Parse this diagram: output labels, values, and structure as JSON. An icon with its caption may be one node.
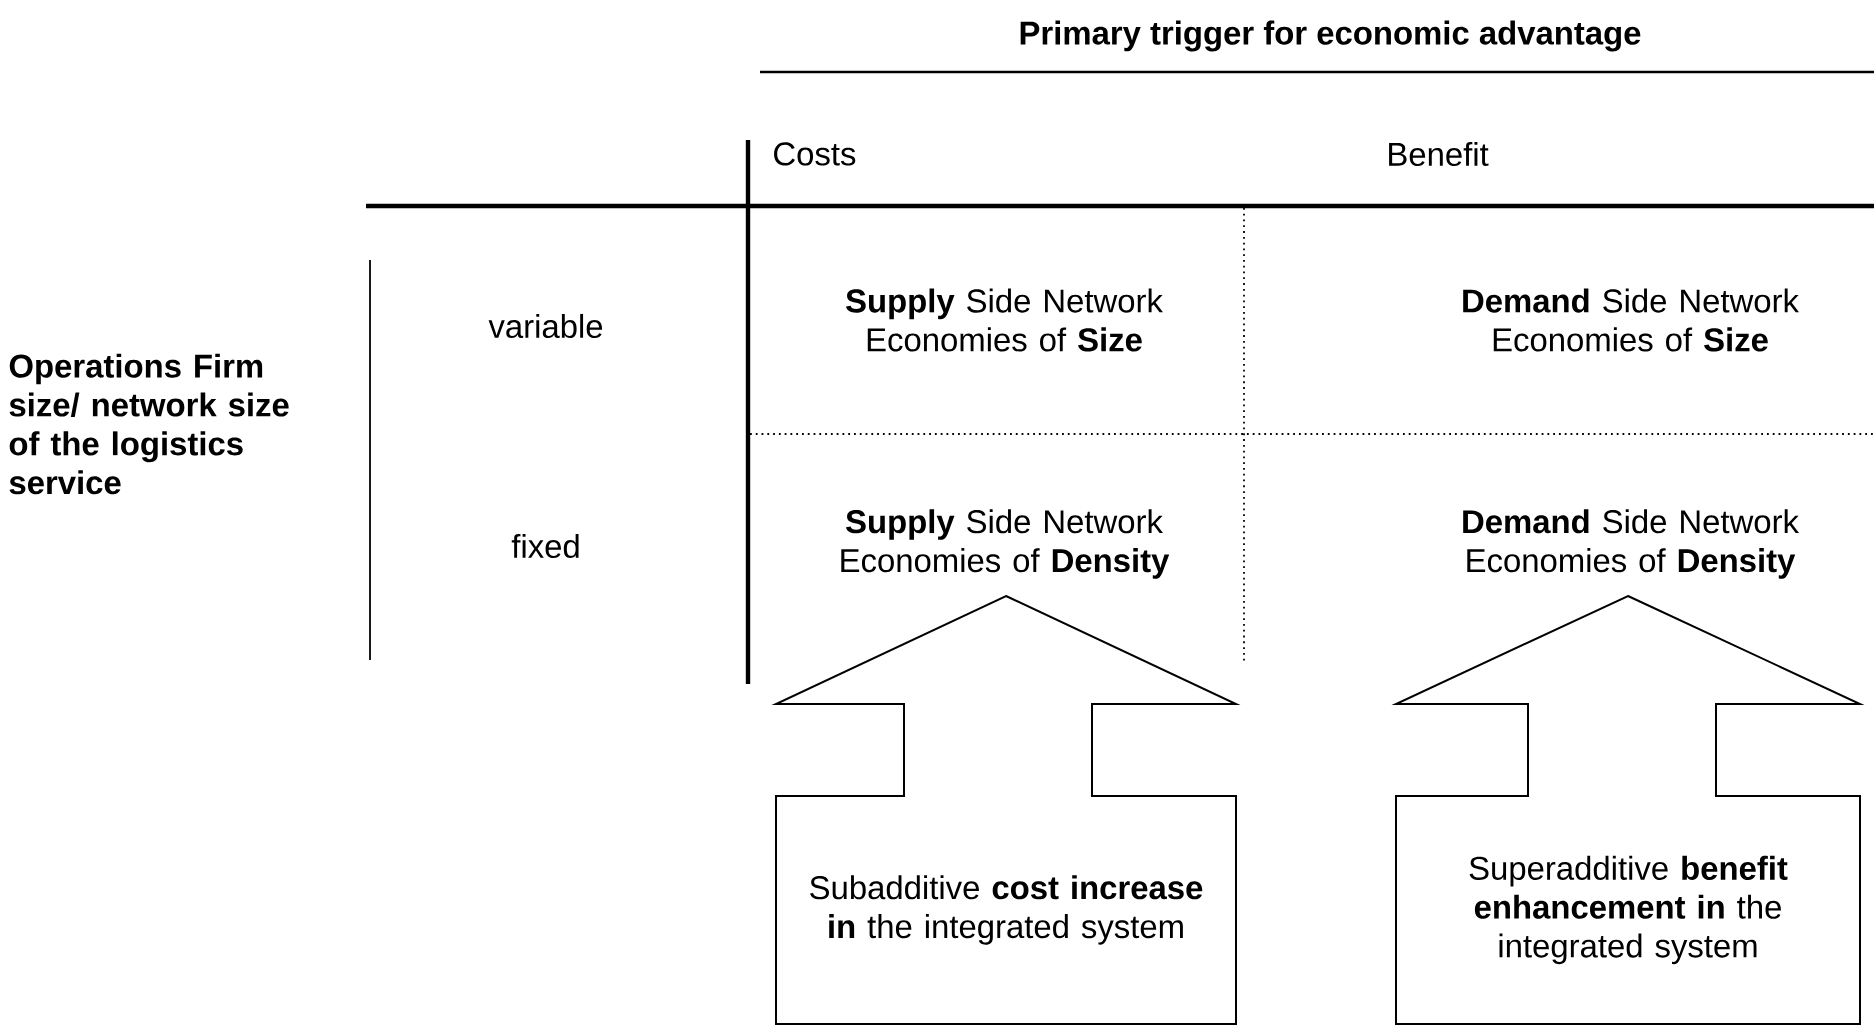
{
  "diagram": {
    "nodes": [
      {
        "text": [
          "**Supply** Side Network Economies of **Size**"
        ]
      },
      {
        "text": [
          "**Demand** Side Network Economies of **Size**"
        ]
      },
      {
        "text": [
          "**Supply** Side Network Economies of **Density**"
        ]
      },
      {
        "text": [
          "**Demand** Side Network Economies of **Density**"
        ]
      },
      {
        "text": [
          "Subadditive **cost increase in** the integrated system"
        ]
      },
      {
        "text": [
          "Superadditive **benefit enhancement in** the integrated system"
        ]
      }
    ],
    "labels": [
      "Primary trigger for economic advantage",
      "Costs",
      "Benefit",
      "Operations Firm size/ network size of the logistics service",
      "variable",
      "fixed"
    ]
  }
}
